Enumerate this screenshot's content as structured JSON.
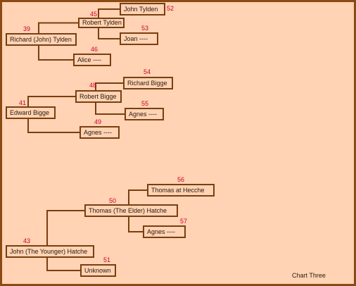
{
  "chart": {
    "title": "Chart Three",
    "people": [
      {
        "id": "p39",
        "name": "Richard (John) Tylden",
        "number": "39"
      },
      {
        "id": "p45",
        "name": "Robert Tylden",
        "number": "45"
      },
      {
        "id": "p46",
        "name": "Alice ----",
        "number": "46"
      },
      {
        "id": "p52",
        "name": "John Tylden",
        "number": "52"
      },
      {
        "id": "p53",
        "name": "Joan ----",
        "number": "53"
      },
      {
        "id": "p41",
        "name": "Edward Bigge",
        "number": "41"
      },
      {
        "id": "p48",
        "name": "Robert Bigge",
        "number": "48"
      },
      {
        "id": "p49",
        "name": "Agnes ----",
        "number": "49"
      },
      {
        "id": "p54",
        "name": "Richard Bigge",
        "number": "54"
      },
      {
        "id": "p55",
        "name": "Agnes ----",
        "number": "55"
      },
      {
        "id": "p43",
        "name": "John (The Younger) Hatche",
        "number": "43"
      },
      {
        "id": "p50",
        "name": "Thomas (The Elder) Hatche",
        "number": "50"
      },
      {
        "id": "p51",
        "name": "Unknown",
        "number": "51"
      },
      {
        "id": "p56",
        "name": "Thomas at Hecche",
        "number": "56"
      },
      {
        "id": "p57",
        "name": "Agnes ----",
        "number": "57"
      }
    ],
    "links": [
      {
        "child": "p39",
        "father": "p45",
        "mother": "p46"
      },
      {
        "child": "p45",
        "father": "p52",
        "mother": "p53"
      },
      {
        "child": "p41",
        "father": "p48",
        "mother": "p49"
      },
      {
        "child": "p48",
        "father": "p54",
        "mother": "p55"
      },
      {
        "child": "p43",
        "father": "p50",
        "mother": "p51"
      },
      {
        "child": "p50",
        "father": "p56",
        "mother": "p57"
      }
    ]
  }
}
